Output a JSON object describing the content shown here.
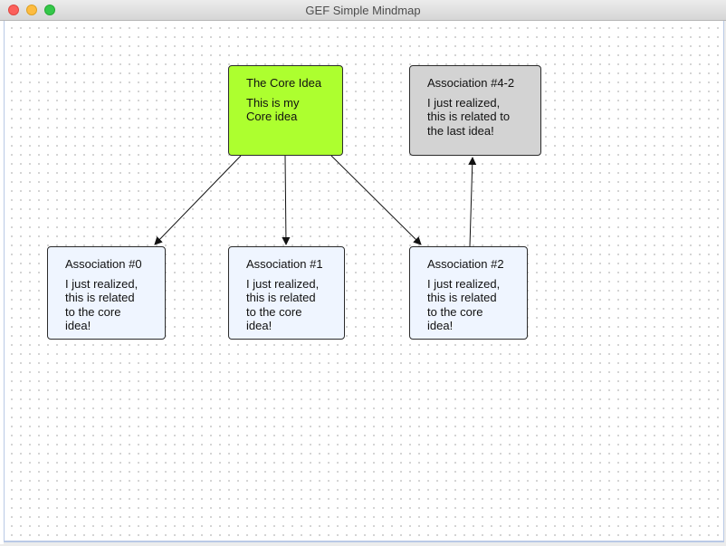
{
  "window": {
    "title": "GEF Simple Mindmap"
  },
  "colors": {
    "core_fill": "#adff2f",
    "association_fill": "#eff5ff",
    "related_fill": "#d3d3d3"
  },
  "nodes": [
    {
      "id": "core",
      "title": "The Core Idea",
      "body": "This is my\nCore idea"
    },
    {
      "id": "assoc0",
      "title": "Association #0",
      "body": "I just realized,\nthis is related\nto the core\nidea!"
    },
    {
      "id": "assoc1",
      "title": "Association #1",
      "body": "I just realized,\nthis is related\nto the core\nidea!"
    },
    {
      "id": "assoc2",
      "title": "Association #2",
      "body": "I just realized,\nthis is related\nto the core\nidea!"
    },
    {
      "id": "assoc42",
      "title": "Association #4-2",
      "body": "I just realized,\nthis is related to\nthe last idea!"
    }
  ],
  "connections": [
    {
      "from": "core",
      "to": "assoc0"
    },
    {
      "from": "core",
      "to": "assoc1"
    },
    {
      "from": "core",
      "to": "assoc2"
    },
    {
      "from": "assoc2",
      "to": "assoc42"
    }
  ]
}
